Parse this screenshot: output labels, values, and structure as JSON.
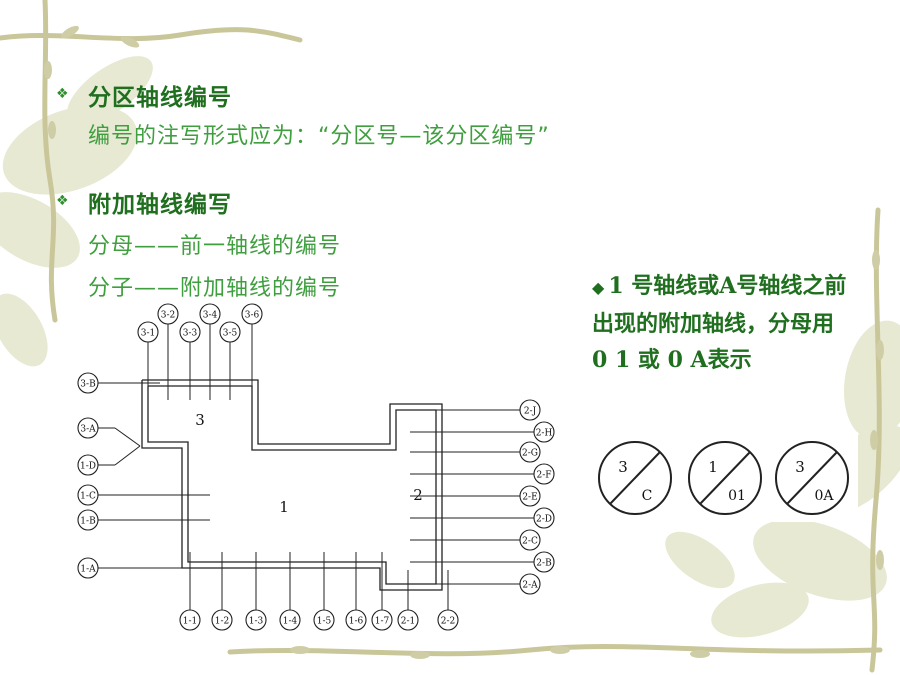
{
  "section1": {
    "title": "分区轴线编号",
    "body": "编号的注写形式应为：“分区号—该分区编号”"
  },
  "section2": {
    "title": "附加轴线编写",
    "line1": "分母——前一轴线的编号",
    "line2": "分子——附加轴线的编号"
  },
  "note": {
    "bullet": "◆",
    "text": "1 号轴线或A号轴线之前出现的附加轴线，分母用 0 1 或 0 A表示"
  },
  "plan": {
    "zone_labels": [
      "3",
      "1",
      "2"
    ],
    "top_axes": [
      "3-1",
      "3-2",
      "3-3",
      "3-4",
      "3-5",
      "3-6"
    ],
    "left_axes": [
      "3-B",
      "3-A",
      "1-D",
      "1-C",
      "1-B",
      "1-A"
    ],
    "bottom_axes": [
      "1-1",
      "1-2",
      "1-3",
      "1-4",
      "1-5",
      "1-6",
      "1-7",
      "2-1",
      "2-2"
    ],
    "right_axes": [
      "2-J",
      "2-H",
      "2-G",
      "2-F",
      "2-E",
      "2-D",
      "2-C",
      "2-B",
      "2-A"
    ]
  },
  "circles": [
    {
      "top": "3",
      "bottom": "C"
    },
    {
      "top": "1",
      "bottom": "01"
    },
    {
      "top": "3",
      "bottom": "0A"
    }
  ],
  "colors": {
    "heading": "#1f6f1f",
    "text": "#3f9f3f",
    "vine": "#c8c89a",
    "leaf": "#dfe3c5"
  }
}
